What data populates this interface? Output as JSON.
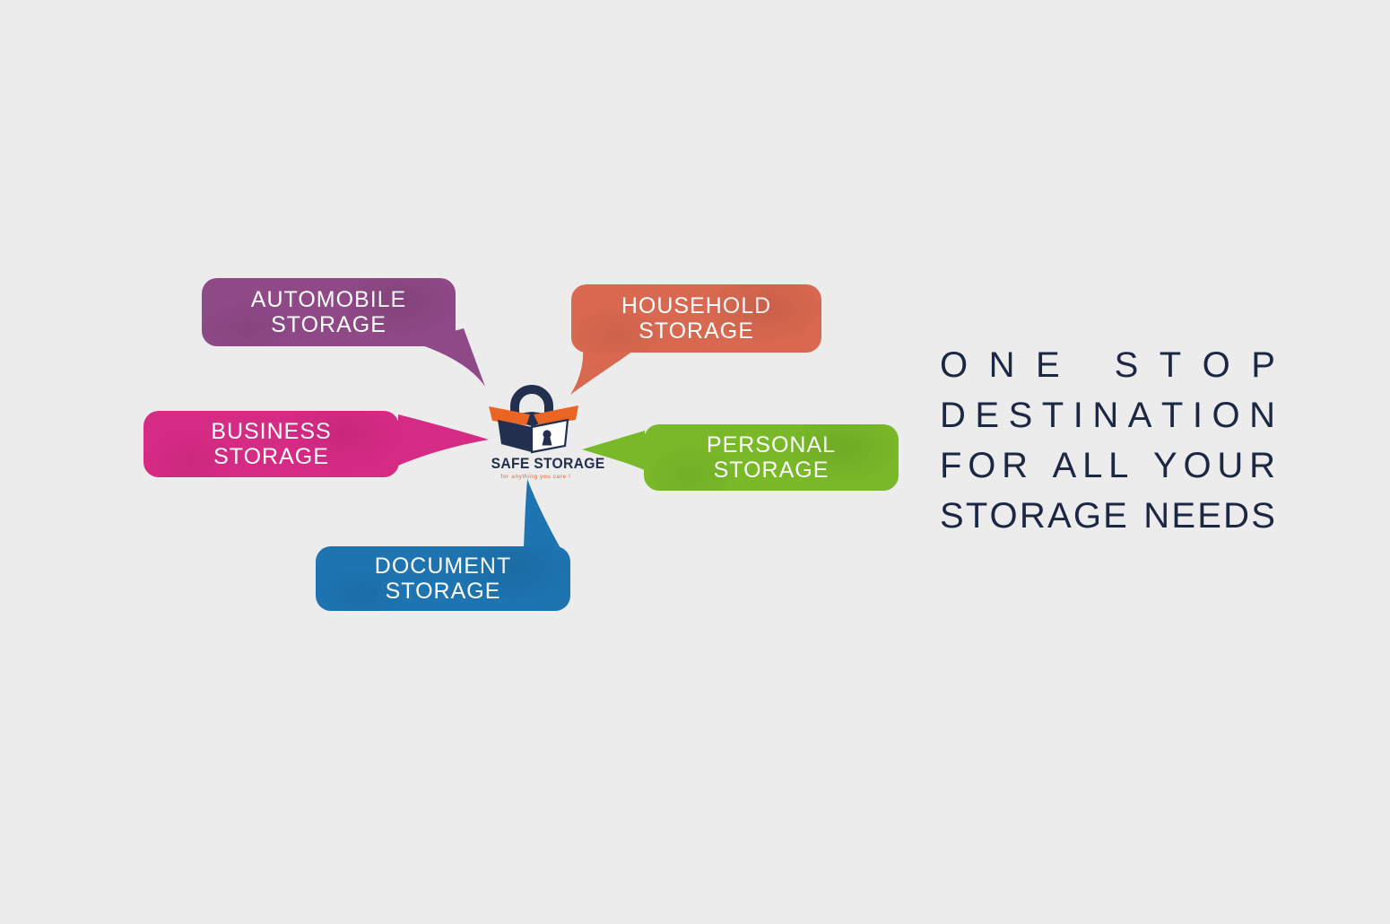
{
  "background": "#ececec",
  "logo": {
    "name": "SAFE STORAGE",
    "tagline": "for anything you care !",
    "navy": "#232f4e",
    "orange": "#ea6424",
    "box_face": "#ffffff",
    "icon": "padlock-open-box-icon"
  },
  "bubbles": [
    {
      "id": "automobile",
      "label_line1": "AUTOMOBILE",
      "label_line2": "STORAGE",
      "color": "#8e4986"
    },
    {
      "id": "household",
      "label_line1": "HOUSEHOLD",
      "label_line2": "STORAGE",
      "color": "#d8684f"
    },
    {
      "id": "business",
      "label_line1": "BUSINESS",
      "label_line2": "STORAGE",
      "color": "#d62b85"
    },
    {
      "id": "personal",
      "label_line1": "PERSONAL",
      "label_line2": "STORAGE",
      "color": "#78b829"
    },
    {
      "id": "document",
      "label_line1": "DOCUMENT",
      "label_line2": "STORAGE",
      "color": "#1d74b0"
    }
  ],
  "headline": {
    "lines": [
      "ONE STOP",
      "DESTINATION",
      "FOR ALL YOUR",
      "STORAGE NEEDS"
    ],
    "color": "#1c2743"
  }
}
